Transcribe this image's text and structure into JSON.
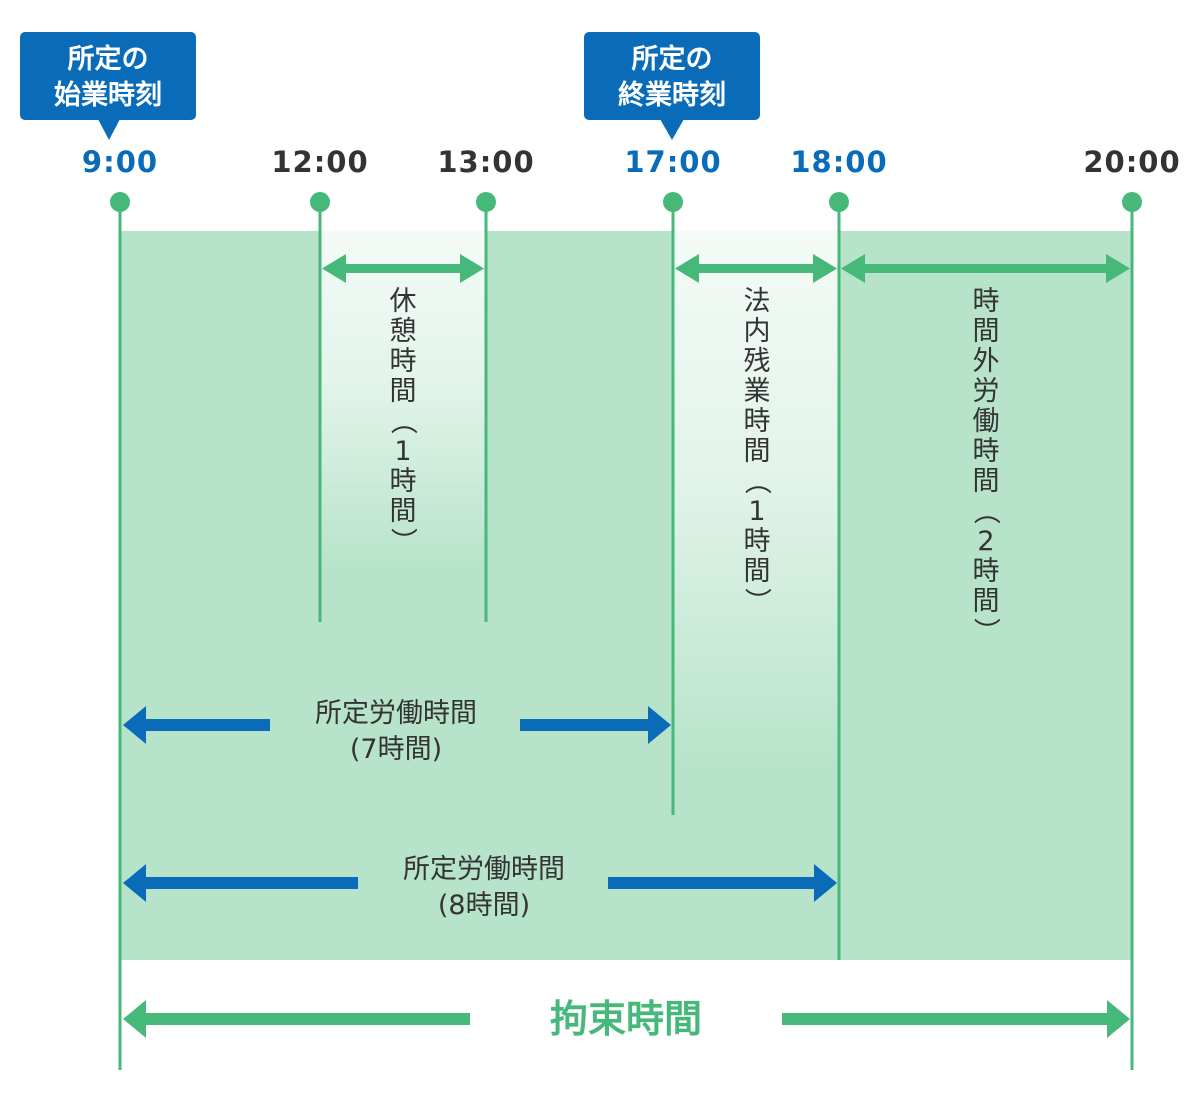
{
  "colors": {
    "green": "#46b97a",
    "green_fill": "#b7e3ca",
    "blue": "#0a6cb8",
    "dark_text": "#333333",
    "white": "#ffffff"
  },
  "bubbles": [
    {
      "line1": "所定の",
      "line2": "始業時刻"
    },
    {
      "line1": "所定の",
      "line2": "終業時刻"
    }
  ],
  "time_labels": [
    {
      "text": "9:00",
      "highlight": true
    },
    {
      "text": "12:00",
      "highlight": false
    },
    {
      "text": "13:00",
      "highlight": false
    },
    {
      "text": "17:00",
      "highlight": true
    },
    {
      "text": "18:00",
      "highlight": true
    },
    {
      "text": "20:00",
      "highlight": false
    }
  ],
  "break_label": {
    "chars": [
      "休",
      "憩",
      "時",
      "間",
      "（",
      "1",
      "時",
      "間",
      "）"
    ]
  },
  "legal_overtime_label": {
    "chars": [
      "法",
      "内",
      "残",
      "業",
      "時",
      "間",
      "（",
      "1",
      "時",
      "間",
      "）"
    ]
  },
  "overtime_label": {
    "chars": [
      "時",
      "間",
      "外",
      "労",
      "働",
      "時",
      "間",
      "（",
      "2",
      "時",
      "間",
      "）"
    ]
  },
  "prescribed_7": {
    "line1": "所定労働時間",
    "line2": "(7時間)"
  },
  "prescribed_8": {
    "line1": "所定労働時間",
    "line2": "(8時間)"
  },
  "restraint": {
    "label": "拘束時間"
  }
}
